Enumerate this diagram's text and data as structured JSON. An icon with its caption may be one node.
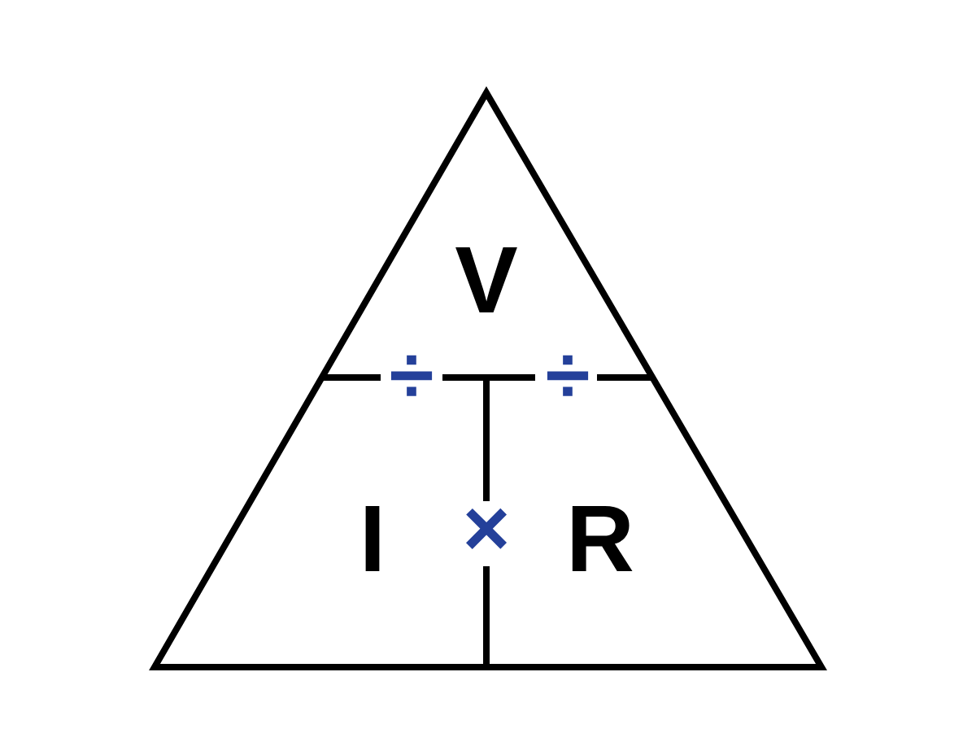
{
  "diagram": {
    "nodes": [
      {
        "text": [
          "V",
          "I",
          "R"
        ]
      }
    ],
    "labels": [
      "÷",
      "÷",
      "×"
    ]
  }
}
